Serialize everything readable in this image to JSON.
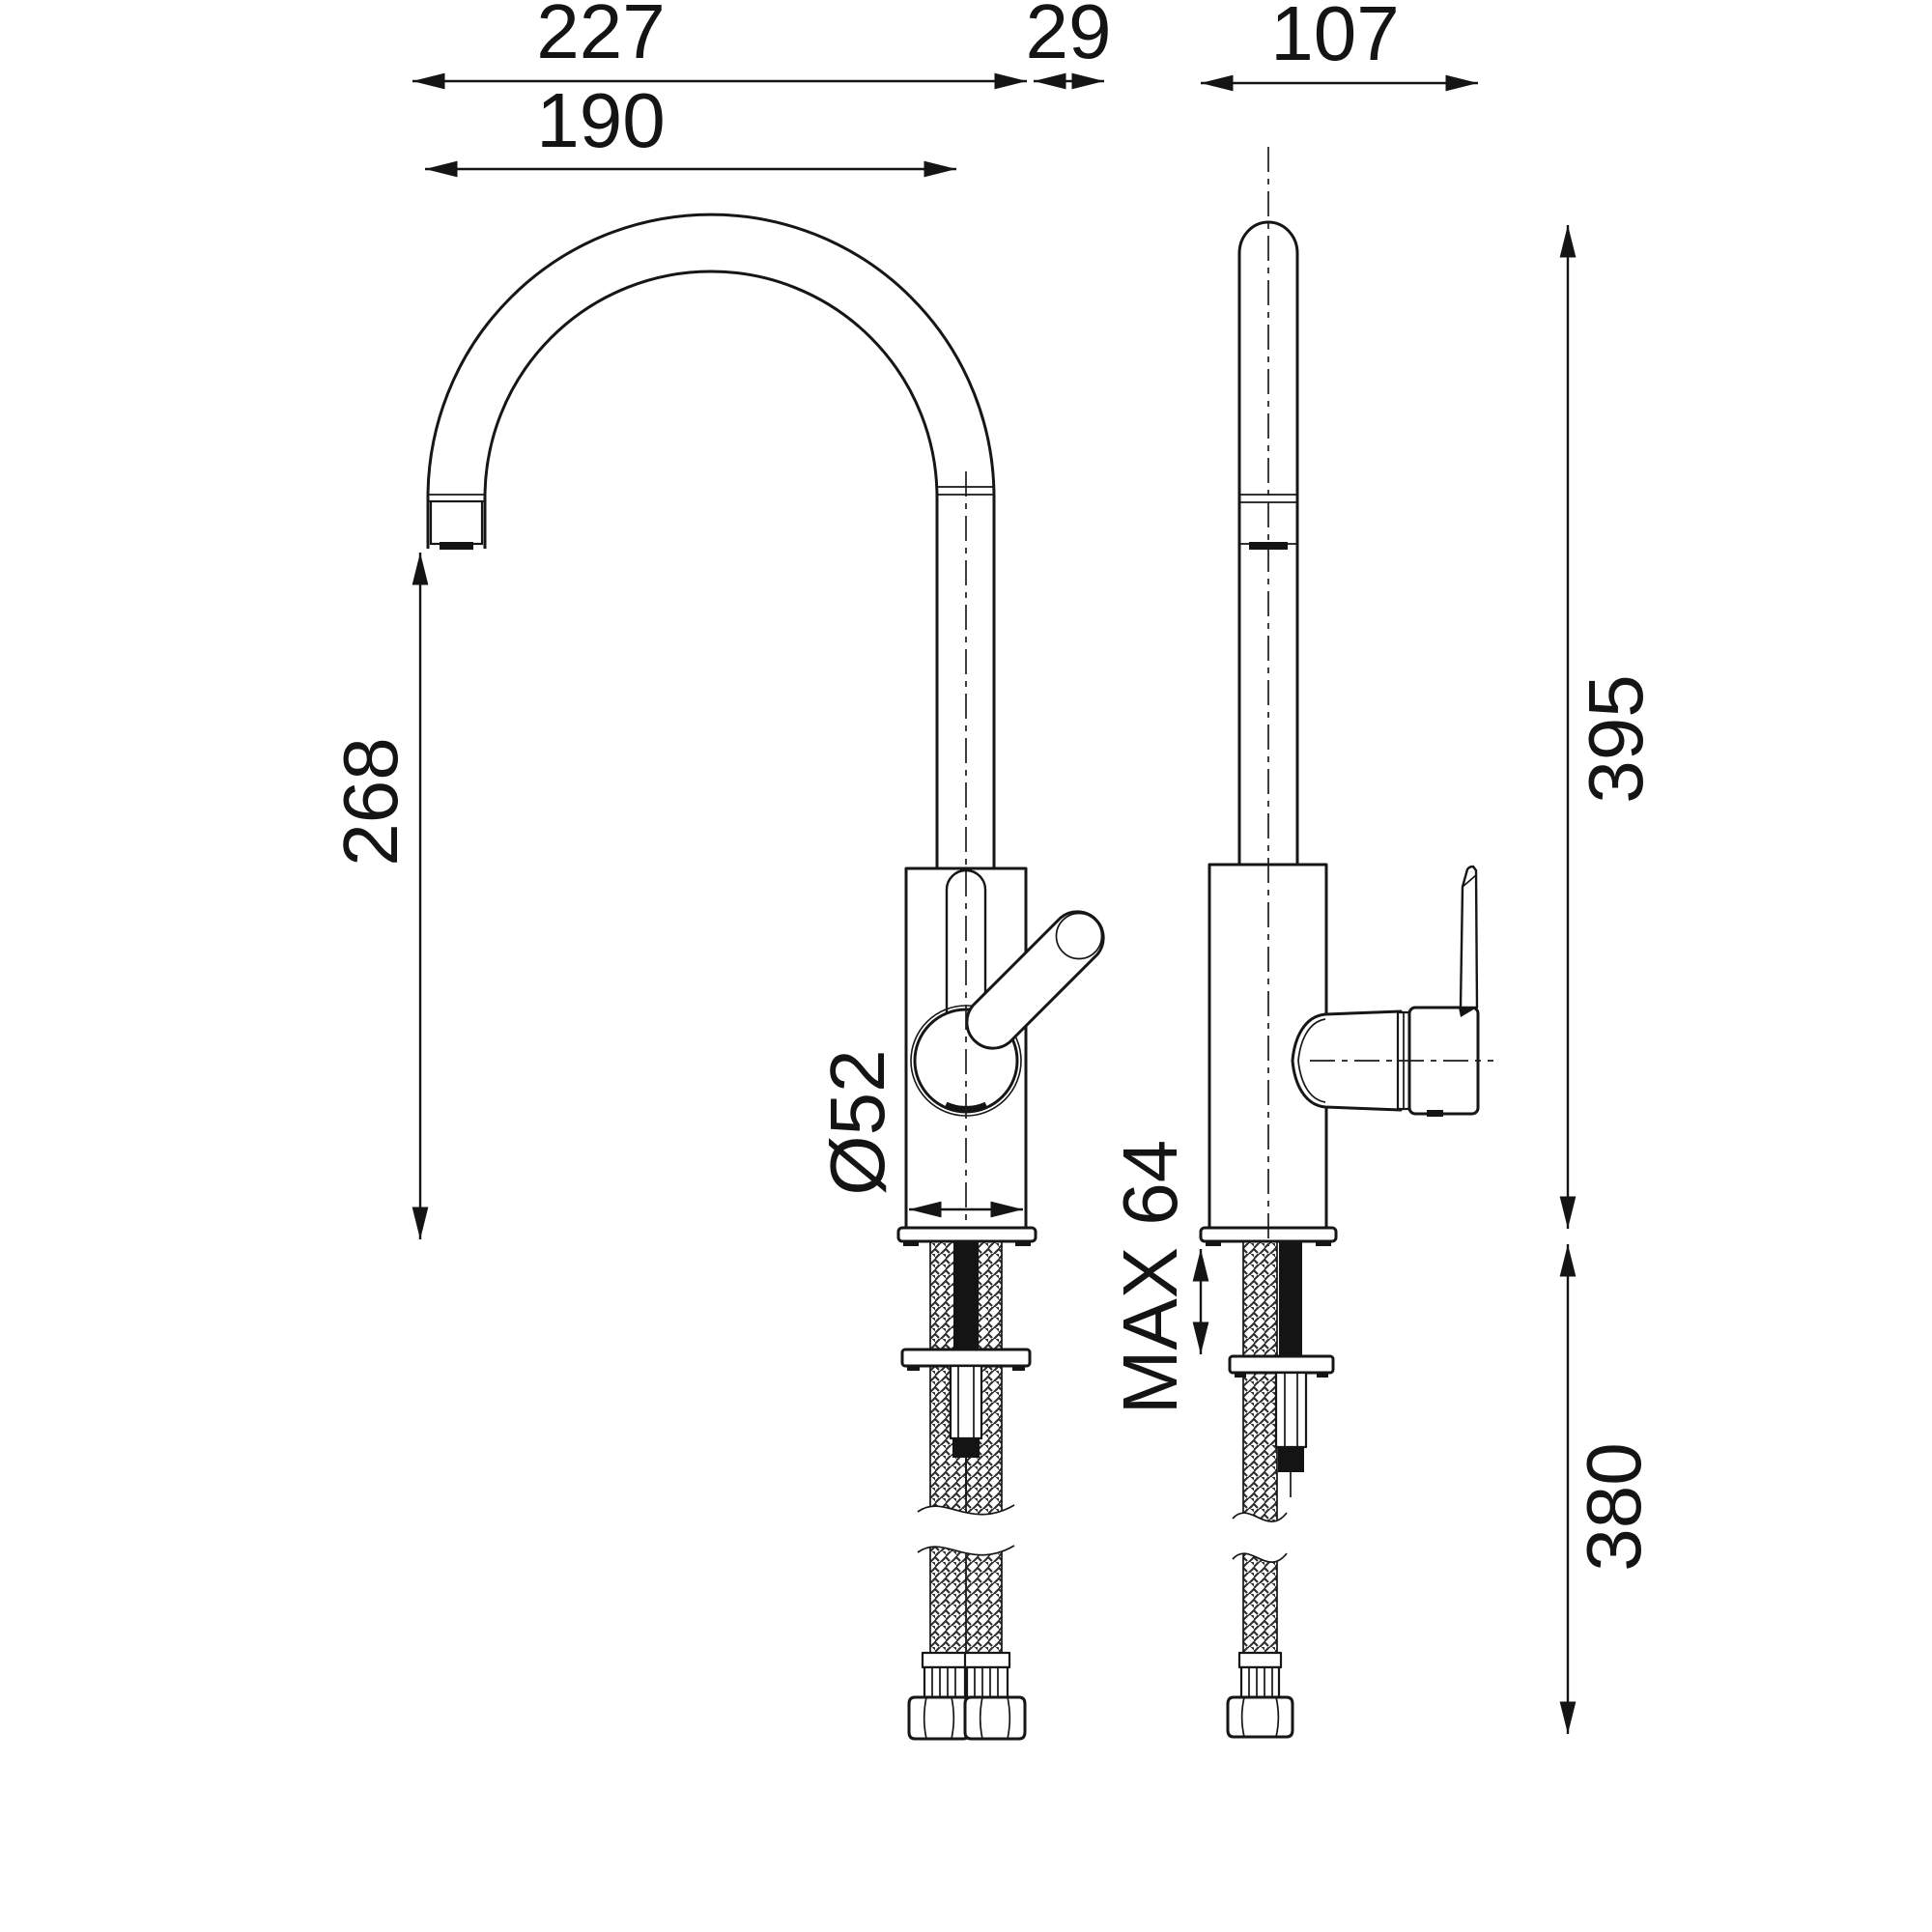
{
  "drawing": {
    "description": "Kitchen mixer tap installation drawing, front and side views",
    "colors": {
      "line": "#161616",
      "background": "#ffffff"
    }
  },
  "dimensions": {
    "d227": "227",
    "d190": "190",
    "d29": "29",
    "d107": "107",
    "d268": "268",
    "d395": "395",
    "d380": "380",
    "diameter": "Ø52",
    "max_thickness": "MAX 64"
  }
}
